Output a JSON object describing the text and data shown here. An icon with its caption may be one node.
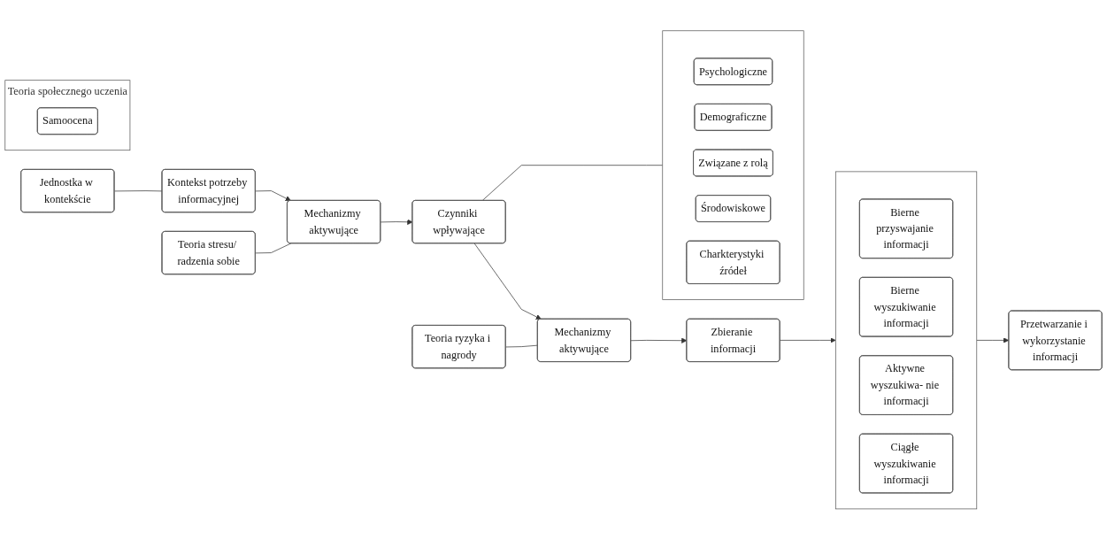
{
  "diagram": {
    "nodes": [
      {
        "text": [
          "Kontekst potrzeby informacyjnej"
        ]
      },
      {
        "text": [
          "Mechanizmy aktywujące"
        ]
      },
      {
        "text": [
          "Czynniki wpływające"
        ]
      },
      {
        "text": [
          "Mechanizmy aktywujące"
        ]
      },
      {
        "text": [
          "Zbieranie informacji"
        ]
      },
      {
        "text": [
          "Jednostka w kontekście"
        ]
      },
      {
        "text": [
          "Teoria stresu/ radzenia sobie"
        ]
      },
      {
        "text": [],
        "shape": "box"
      },
      {
        "text": [
          "Psychologiczne"
        ],
        "in": 7
      },
      {
        "text": [
          "Demograficzne"
        ],
        "in": 7
      },
      {
        "text": [
          "Związane z rolą"
        ],
        "in": 7
      },
      {
        "text": [
          "Środowiskowe"
        ],
        "in": 7
      },
      {
        "text": [
          "Charkterystyki źródeł"
        ],
        "in": 7
      },
      {
        "text": [
          "Teoria ryzyka i nagrody"
        ]
      },
      {
        "text": [
          "Teoria społecznego uczenia"
        ]
      },
      {
        "text": [
          "Samoocena"
        ],
        "in": 14
      },
      {
        "text": [],
        "shape": "box"
      },
      {
        "text": [
          "Bierne przyswajanie informacji"
        ],
        "in": 16
      },
      {
        "text": [
          "Bierne wyszukiwanie informacji"
        ],
        "in": 16
      },
      {
        "text": [
          "Aktywne wyszukiwa- nie informacji"
        ],
        "in": 16
      },
      {
        "text": [
          "Ciągłe wyszukiwanie informacji"
        ],
        "in": 16
      },
      {
        "text": [
          "Przetwarzanie i wykorzystanie informacji"
        ]
      }
    ],
    "edges": [
      {
        "from": 0,
        "to": 1,
        "arrow": "to"
      },
      {
        "from": 1,
        "to": 2,
        "arrow": "to"
      },
      {
        "from": 2,
        "to": 3,
        "arrow": "to"
      },
      {
        "from": 3,
        "to": 4,
        "arrow": "to"
      },
      {
        "from": 0,
        "to": 5,
        "arrow": "none"
      },
      {
        "from": 1,
        "to": 6,
        "arrow": "none"
      },
      {
        "from": 2,
        "to": 7,
        "arrow": "none"
      },
      {
        "from": 3,
        "to": 13,
        "arrow": "none"
      },
      {
        "from": 4,
        "to": 16,
        "arrow": "to"
      },
      {
        "from": 16,
        "to": 21,
        "arrow": "to"
      }
    ]
  }
}
